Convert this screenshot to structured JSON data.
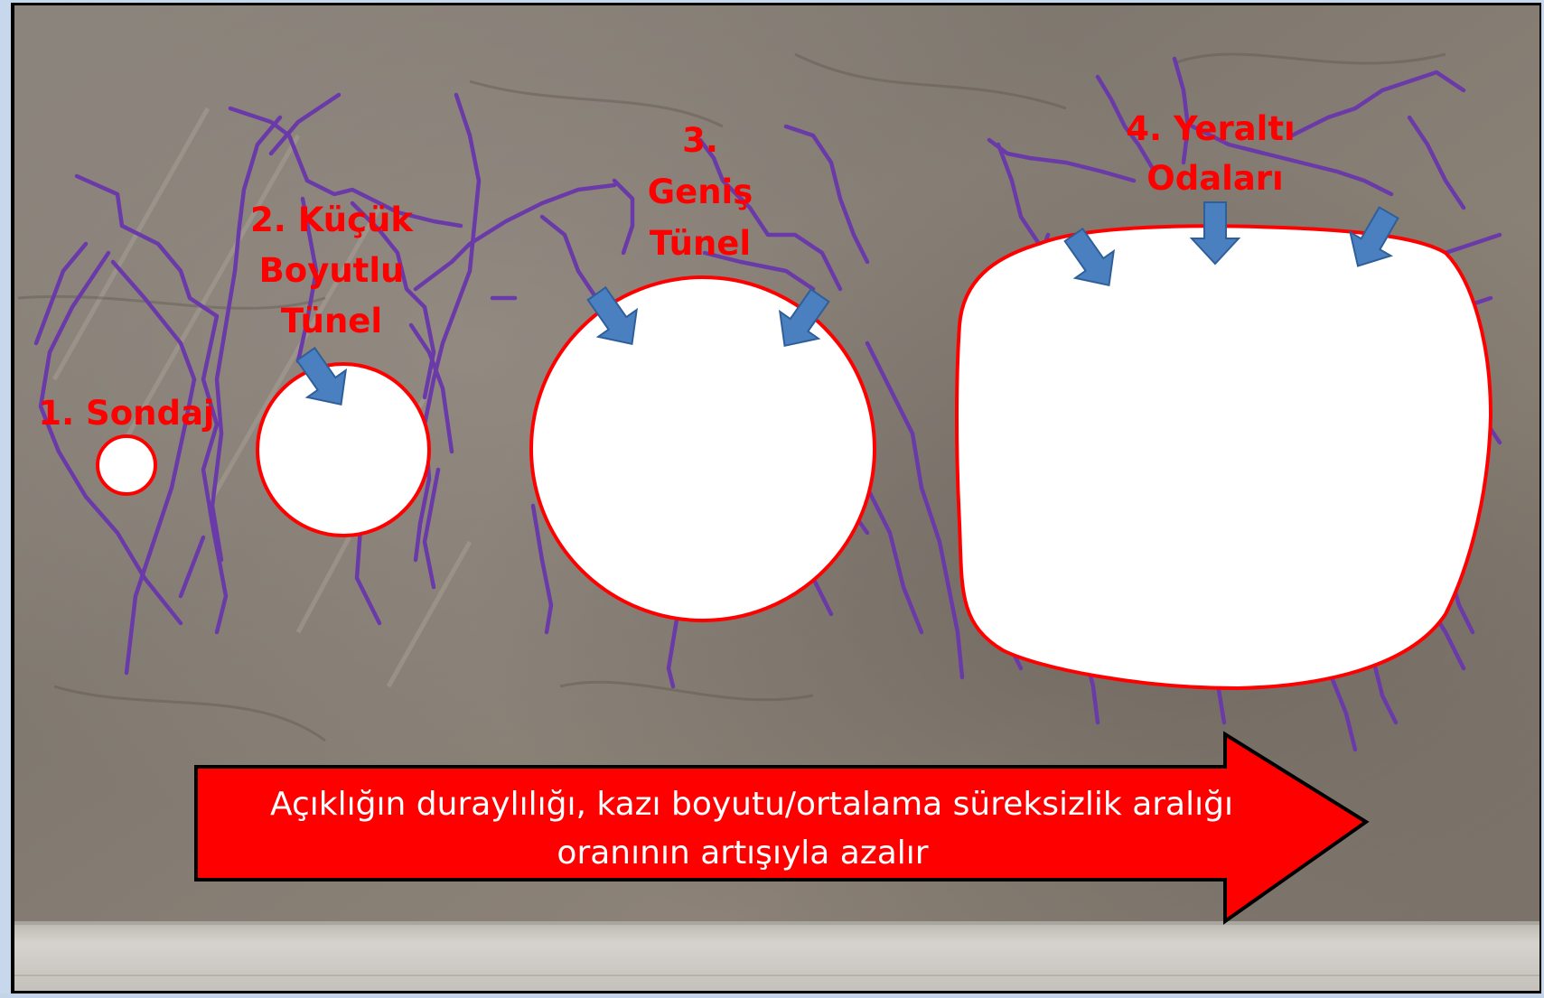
{
  "colors": {
    "frame_light": "#c8d8ec",
    "frame_dark": "#000000",
    "rock": "#847d75",
    "discontinuity": "#6a3aa8",
    "opening_outline": "#ff0000",
    "label": "#ff0000",
    "load_arrow": "#4a7fc0",
    "trend_arrow": "#ff0000",
    "road": "#cfccc6"
  },
  "icons": {
    "load_arrow": "arrow-down-icon",
    "trend_arrow": "arrow-right-icon"
  },
  "labels": {
    "sondaj": "1. Sondaj",
    "kucuk_line1": "2. Küçük",
    "kucuk_line2": "Boyutlu",
    "kucuk_line3": "Tünel",
    "genis_line1": "3.",
    "genis_line2": "Geniş",
    "genis_line3": "Tünel",
    "yeralti_line1": "4. Yeraltı",
    "yeralti_line2": "Odaları"
  },
  "caption": {
    "line1": "Açıklığın duraylılığı, kazı boyutu/ortalama süreksizlik aralığı",
    "line2": "oranının artışıyla azalır"
  }
}
